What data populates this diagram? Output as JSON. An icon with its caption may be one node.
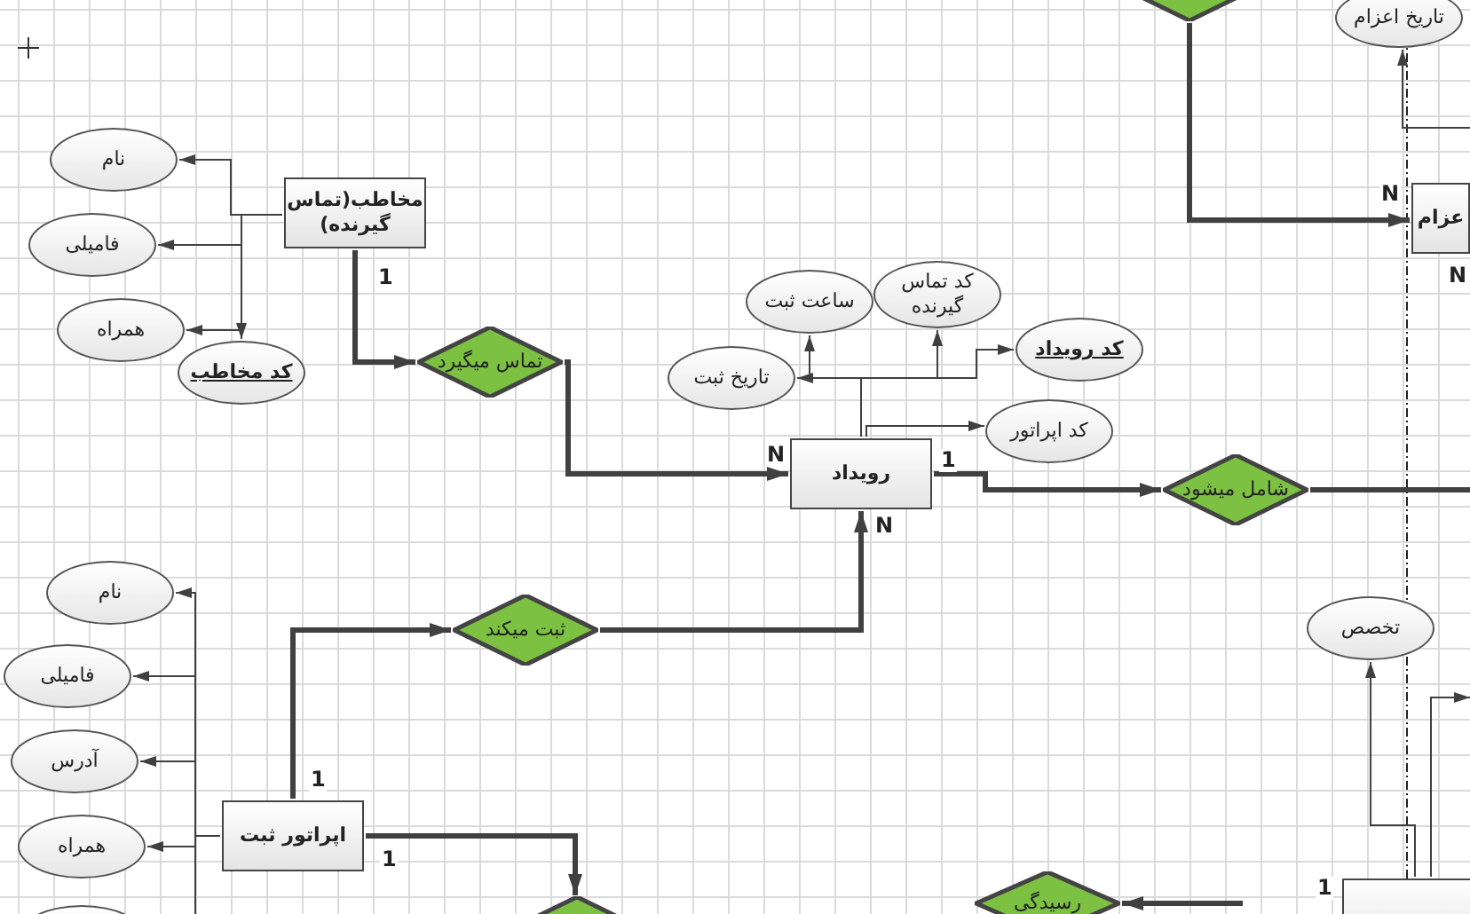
{
  "diagram": {
    "nodes": [
      {
        "text": [
          "مخاطب(تماس گیرنده)"
        ]
      },
      {
        "text": [
          "نام"
        ]
      },
      {
        "text": [
          "فامیلی"
        ]
      },
      {
        "text": [
          "همراه"
        ]
      },
      {
        "text": [
          "کد مخاطب"
        ]
      },
      {
        "text": [
          "تماس میگیرد"
        ]
      },
      {
        "text": [
          "رویداد"
        ]
      },
      {
        "text": [
          "ساعت ثبت"
        ]
      },
      {
        "text": [
          "کد تماس گیرنده"
        ]
      },
      {
        "text": [
          "تاریخ ثبت"
        ]
      },
      {
        "text": [
          "کد رویداد"
        ]
      },
      {
        "text": [
          "کد اپراتور"
        ]
      },
      {
        "text": [
          "شامل میشود"
        ]
      },
      {
        "text": [],
        "shape": "diamond"
      },
      {
        "text": [
          "تاریخ اعزام"
        ]
      },
      {
        "text": [
          "عزام"
        ],
        "beside": [
          "N"
        ]
      },
      {
        "text": [
          "تخصص"
        ]
      },
      {
        "text": [
          "ثبت میکند"
        ]
      },
      {
        "text": [
          "نام"
        ]
      },
      {
        "text": [
          "فامیلی"
        ]
      },
      {
        "text": [
          "آدرس"
        ]
      },
      {
        "text": [
          "همراه"
        ]
      },
      {
        "text": [],
        "shape": "ellipse"
      },
      {
        "text": [
          "اپراتور ثبت"
        ]
      },
      {
        "text": [],
        "shape": "diamond"
      },
      {
        "text": [
          "رسیدگی"
        ]
      },
      {
        "text": [],
        "shape": "box",
        "beside": [
          "1"
        ]
      }
    ],
    "edges": [
      {
        "from": 0,
        "to": 1,
        "arrow": "to"
      },
      {
        "from": 0,
        "to": 2,
        "arrow": "to"
      },
      {
        "from": 0,
        "to": 3,
        "arrow": "to"
      },
      {
        "from": 0,
        "to": 4,
        "arrow": "to"
      },
      {
        "from": 0,
        "to": 5,
        "arrow": "to",
        "label": "1",
        "style": "thick"
      },
      {
        "from": 5,
        "to": 6,
        "arrow": "to",
        "label": "N",
        "style": "thick"
      },
      {
        "from": 6,
        "to": 9,
        "arrow": "to"
      },
      {
        "from": 6,
        "to": 7,
        "arrow": "to"
      },
      {
        "from": 6,
        "to": 8,
        "arrow": "to"
      },
      {
        "from": 6,
        "to": 10,
        "arrow": "to"
      },
      {
        "from": 6,
        "to": 11,
        "arrow": "to"
      },
      {
        "from": 6,
        "to": 12,
        "arrow": "to",
        "label": "1",
        "style": "thick"
      },
      {
        "from": 12,
        "to": null,
        "arrow": "none",
        "style": "thick"
      },
      {
        "from": 13,
        "to": 15,
        "arrow": "to",
        "label": "N",
        "style": "thick"
      },
      {
        "from": null,
        "to": 14,
        "arrow": "to"
      },
      {
        "from": 26,
        "to": 16,
        "arrow": "to"
      },
      {
        "from": 26,
        "to": null,
        "arrow": "to"
      },
      {
        "from": 17,
        "to": 6,
        "arrow": "to",
        "label": "N",
        "style": "thick"
      },
      {
        "from": 23,
        "to": 17,
        "arrow": "to",
        "label": "1",
        "style": "thick"
      },
      {
        "from": 23,
        "to": 18,
        "arrow": "to"
      },
      {
        "from": 23,
        "to": 19,
        "arrow": "to"
      },
      {
        "from": 23,
        "to": 20,
        "arrow": "to"
      },
      {
        "from": 23,
        "to": 21,
        "arrow": "to"
      },
      {
        "from": 23,
        "to": 22,
        "arrow": "to"
      },
      {
        "from": 23,
        "to": 24,
        "arrow": "to",
        "label": "1",
        "style": "thick"
      },
      {
        "from": null,
        "to": 25,
        "arrow": "to",
        "style": "thick"
      }
    ]
  }
}
